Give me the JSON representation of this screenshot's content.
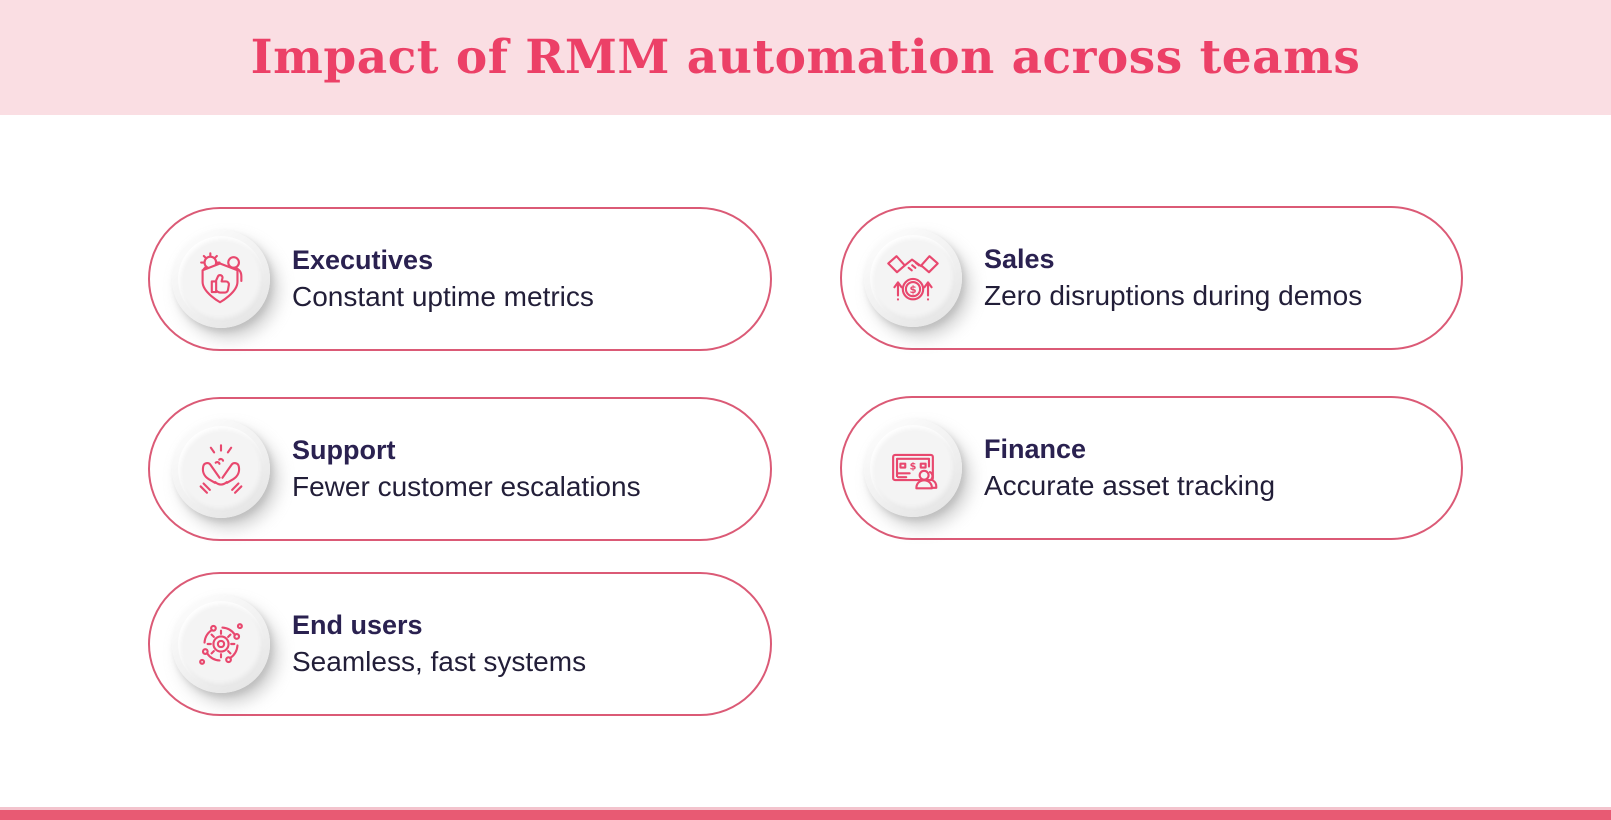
{
  "header": {
    "title": "Impact of RMM automation across teams"
  },
  "cards": [
    {
      "title": "Executives",
      "description": "Constant uptime metrics",
      "icon": "shield-approval-icon",
      "column": "left"
    },
    {
      "title": "Sales",
      "description": "Zero disruptions during demos",
      "icon": "handshake-growth-icon",
      "column": "right"
    },
    {
      "title": "Support",
      "description": "Fewer customer escalations",
      "icon": "fist-bump-icon",
      "column": "left"
    },
    {
      "title": "Finance",
      "description": "Accurate asset tracking",
      "icon": "invoice-person-icon",
      "column": "right"
    },
    {
      "title": "End users",
      "description": "Seamless, fast systems",
      "icon": "gear-network-icon",
      "column": "left"
    }
  ],
  "icons": {
    "dollar_glyph": "$"
  },
  "colors": {
    "accent": "#EC4067",
    "header_background": "#FADEE3",
    "page_background": "#FFFFFF",
    "card_border": "#DB5A76",
    "icon_stroke": "#E8486E",
    "heading_text": "#2A2150",
    "body_text": "#221E38",
    "badge_background": "#F4F4F4",
    "footer_bar": "#E85A73",
    "footer_line": "#F3C3CD"
  }
}
